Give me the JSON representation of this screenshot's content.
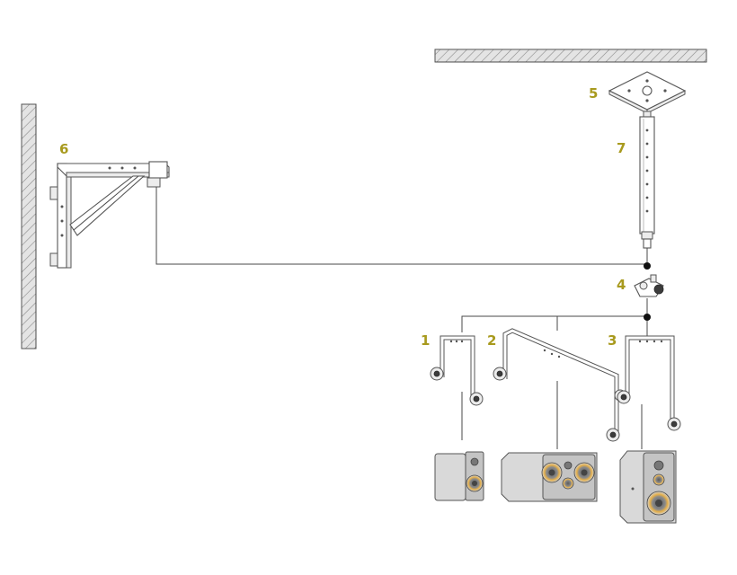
{
  "labels": {
    "one": "1",
    "two": "2",
    "three": "3",
    "four": "4",
    "five": "5",
    "six": "6",
    "seven": "7"
  },
  "colors": {
    "label": "#a89a1e",
    "line": "#4a4a4a",
    "hatch": "#999999",
    "speaker_body": "#d6d6d6",
    "woofer_cone": "#e6b04a"
  },
  "icons": [
    "wall-hatch",
    "ceiling-hatch",
    "wall-bracket",
    "ceiling-plate",
    "extension-pole",
    "adapter-joint",
    "yoke-bracket",
    "speaker"
  ]
}
